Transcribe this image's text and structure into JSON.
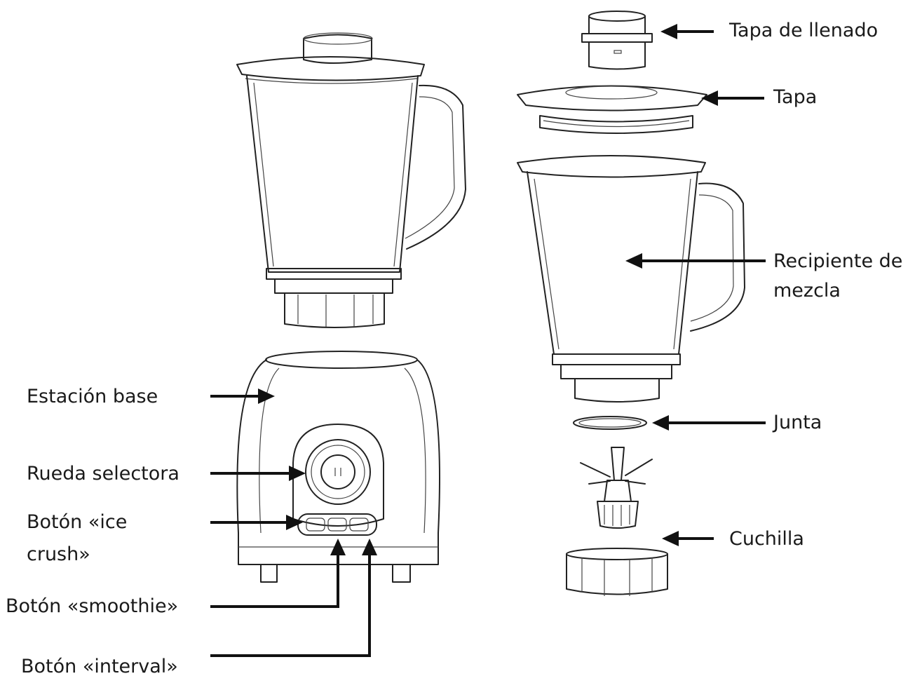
{
  "labels": {
    "filling_cap": "Tapa de llenado",
    "lid": "Tapa",
    "jug_line1": "Recipiente de",
    "jug_line2": "mezcla",
    "gasket": "Junta",
    "blade": "Cuchilla",
    "base": "Estación base",
    "selector": "Rueda selectora",
    "ice_line1": "Botón «ice",
    "ice_line2": "crush»",
    "smoothie": "Botón «smoothie»",
    "interval": "Botón «interval»"
  }
}
